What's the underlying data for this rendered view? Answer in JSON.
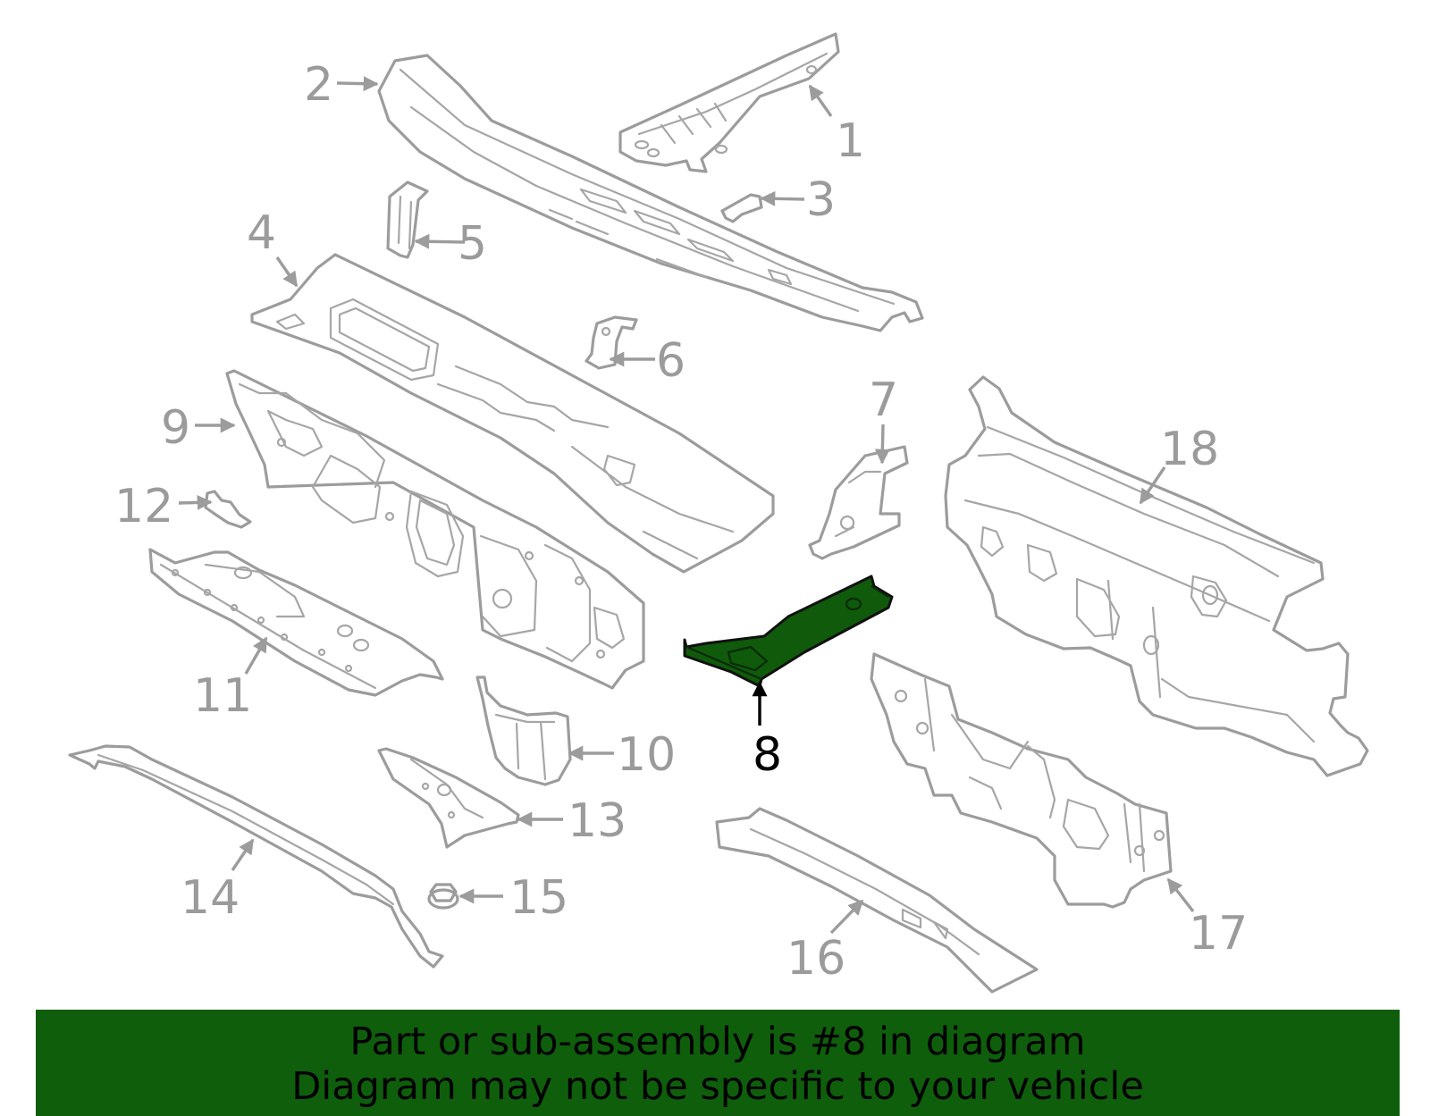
{
  "diagram": {
    "highlighted_part": "8",
    "callouts": [
      "1",
      "2",
      "3",
      "4",
      "5",
      "6",
      "7",
      "8",
      "9",
      "10",
      "11",
      "12",
      "13",
      "14",
      "15",
      "16",
      "17",
      "18"
    ],
    "colors": {
      "highlight": "#0f5a0b",
      "outline": "#9c9c9c",
      "banner": "#0f5e0c"
    }
  },
  "banner": {
    "line1": "Part or sub-assembly is #8 in diagram",
    "line2": "Diagram may not be specific to your vehicle"
  }
}
